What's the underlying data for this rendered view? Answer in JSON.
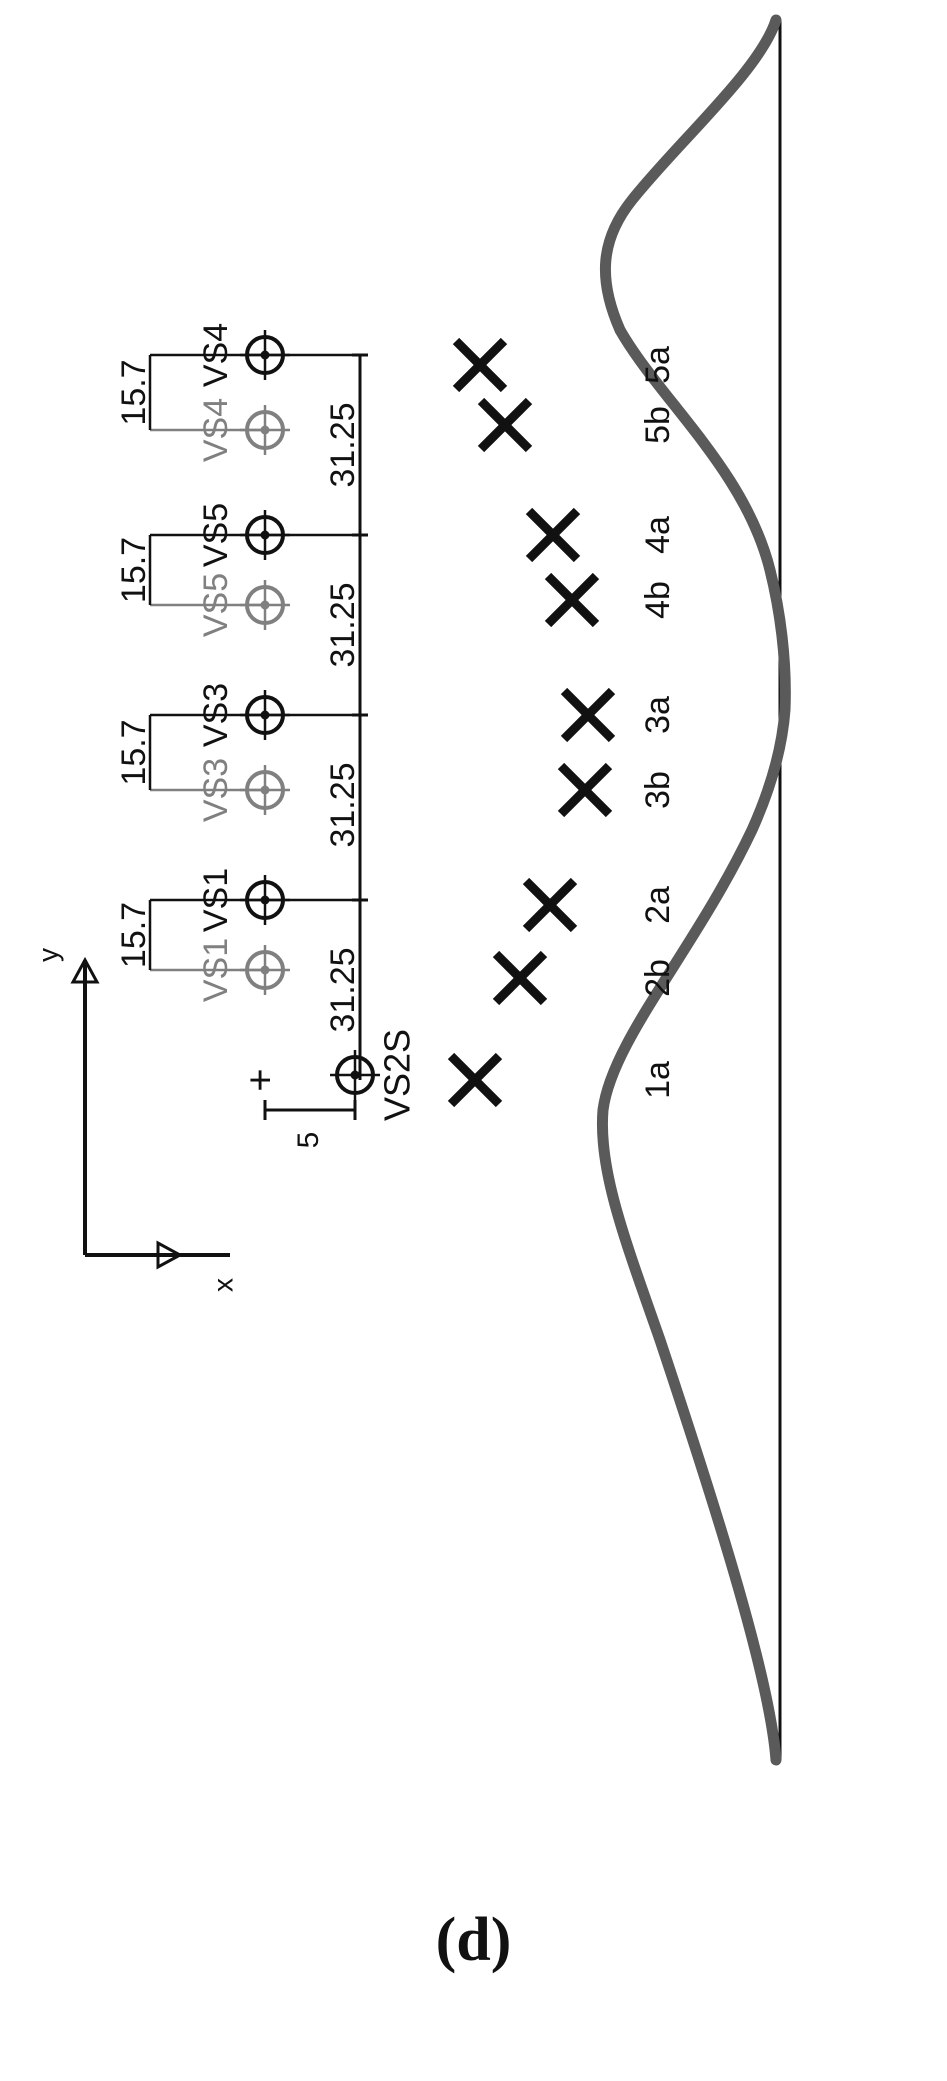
{
  "caption": "(d)",
  "colors": {
    "ink": "#111111",
    "ghost": "#808080",
    "curve": "#5a5a5a"
  },
  "axes": {
    "x_label": "x",
    "y_label": "y"
  },
  "scale_bar": {
    "label": "5"
  },
  "reference_sensor": {
    "label": "VS2S",
    "origin_marker": "+"
  },
  "sensor_spacing": "31.25",
  "sensor_offset": "15.7",
  "sensor_groups": [
    {
      "final": "VS1",
      "initial": "VS1"
    },
    {
      "final": "VS3",
      "initial": "VS3"
    },
    {
      "final": "VS5",
      "initial": "VS5"
    },
    {
      "final": "VS4",
      "initial": "VS4"
    }
  ],
  "cross_points": [
    "1a",
    "2b",
    "2a",
    "3b",
    "3a",
    "4b",
    "4a",
    "5b",
    "5a"
  ],
  "icons": {
    "sensor": "circled-dot-target-icon",
    "point": "x-cross-icon"
  }
}
